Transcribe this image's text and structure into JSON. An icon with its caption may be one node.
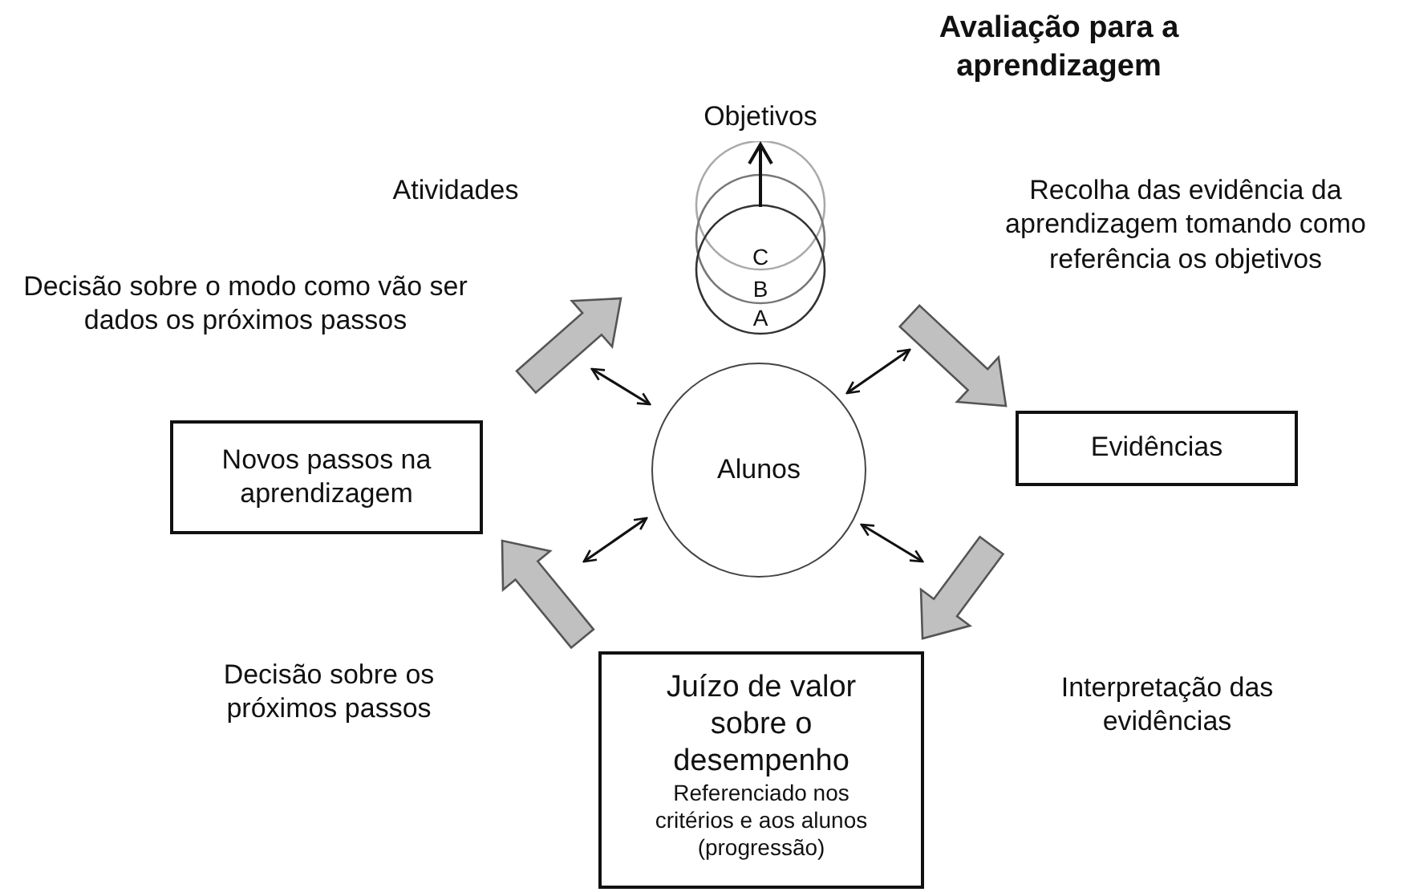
{
  "diagram": {
    "title": "Avaliação para a aprendizagem",
    "nodes": [
      {
        "text": [
          "C",
          "B",
          "A"
        ],
        "beside": [
          "Objetivos"
        ]
      },
      {
        "text": [
          "Alunos"
        ]
      },
      {
        "text": [
          "Evidências"
        ]
      },
      {
        "text": [
          "Juízo de valor sobre o desempenho",
          "Referenciado nos critérios e aos alunos (progressão)"
        ]
      },
      {
        "text": [
          "Novos passos na aprendizagem"
        ]
      }
    ],
    "edges": [
      {
        "from": 4,
        "to": 0,
        "arrow": "to",
        "style": "thick",
        "color": "#c0c0c0"
      },
      {
        "from": 0,
        "to": 2,
        "arrow": "to",
        "style": "thick",
        "color": "#c0c0c0"
      },
      {
        "from": 2,
        "to": 3,
        "arrow": "to",
        "style": "thick",
        "color": "#c0c0c0"
      },
      {
        "from": 3,
        "to": 4,
        "arrow": "to",
        "style": "thick",
        "color": "#c0c0c0"
      },
      {
        "from": 1,
        "to": null,
        "arrow": "both"
      },
      {
        "from": 1,
        "to": null,
        "arrow": "both"
      },
      {
        "from": 1,
        "to": null,
        "arrow": "both"
      },
      {
        "from": 1,
        "to": null,
        "arrow": "both"
      }
    ],
    "labels": [
      "Atividades",
      "Decisão sobre o modo como vão ser dados os próximos passos",
      "Recolha das evidência da aprendizagem tomando como referência os objetivos",
      "Interpretação das evidências",
      "Decisão sobre os próximos passos"
    ]
  }
}
